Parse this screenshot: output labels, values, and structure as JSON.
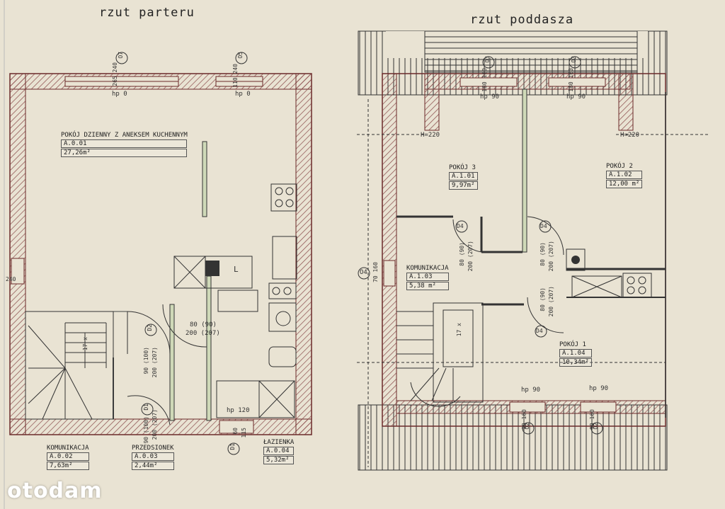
{
  "titles": {
    "ground": "rzut parteru",
    "attic": "rzut poddasza"
  },
  "rooms": {
    "living": {
      "name": "POKÓJ DZIENNY Z ANEKSEM KUCHENNYM",
      "code": "A.0.01",
      "area": "27,26m²"
    },
    "komunikacja0": {
      "name": "KOMUNIKACJA",
      "code": "A.0.02",
      "area": "7,63m²"
    },
    "przedsionek": {
      "name": "PRZEDSIONEK",
      "code": "A.0.03",
      "area": "2,44m²"
    },
    "lazienka": {
      "name": "ŁAZIENKA",
      "code": "A.0.04",
      "area": "5,32m²"
    },
    "pokoj3": {
      "name": "POKÓJ 3",
      "code": "A.1.01",
      "area": "9,97m²"
    },
    "pokoj2": {
      "name": "POKÓJ 2",
      "code": "A.1.02",
      "area": "12,00 m²"
    },
    "komunikacja1": {
      "name": "KOMUNIKACJA",
      "code": "A.1.03",
      "area": "5,38 m²"
    },
    "pokoj1": {
      "name": "POKÓJ 1",
      "code": "A.1.04",
      "area": "10,34m²"
    }
  },
  "labels": {
    "o7": "O7",
    "o5": "O5",
    "o3a": "O3",
    "o3b": "O3",
    "o4": "O4",
    "o2a": "O2",
    "o2b": "O2",
    "d1": "D1",
    "d2": "D2",
    "d1b": "D1",
    "d4a": "D4",
    "d4b": "D4",
    "d4c": "D4",
    "hp0a": "hp 0",
    "hp0b": "hp 0",
    "hp90a": "hp 90",
    "hp90b": "hp 90",
    "hp90c": "hp 90",
    "hp90d": "hp 90",
    "hp120": "hp 120",
    "h220a": "H=220",
    "h220b": "H=220",
    "dim265": "265 240",
    "dim110": "110 240",
    "dim180a": "180 160",
    "dim180b": "180 160",
    "dim90a": "90 160",
    "dim90b": "90 160",
    "dim70": "70 160",
    "dim240": "240",
    "door80": "80 (90)",
    "door200": "200 (207)",
    "door90a": "90 (100)",
    "door200a": "200 (207)",
    "door90b": "90 (100)",
    "door200b": "200 (207)",
    "door80a": "80 (90)",
    "door200c": "200 (207)",
    "door80b": "80 (90)",
    "door200d": "200 (207)",
    "door80c": "80 (90)",
    "door200e": "200 (207)",
    "dim60": "60",
    "dim115": "115",
    "stairs": "17 x",
    "stairs2": "17 x",
    "l": "L"
  },
  "brand": {
    "logo": "otodam"
  }
}
